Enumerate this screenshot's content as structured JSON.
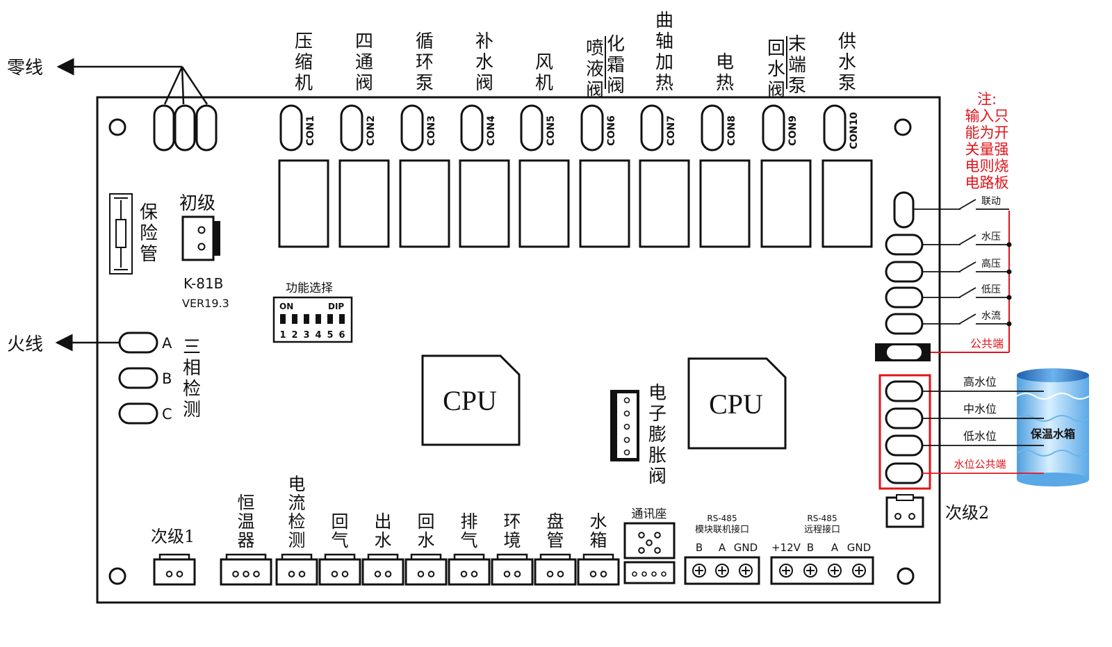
{
  "wires": {
    "neutral": "零线",
    "live": "火线"
  },
  "relays": [
    {
      "con": "CON1",
      "label": [
        "压",
        "缩",
        "机"
      ]
    },
    {
      "con": "CON2",
      "label": [
        "四",
        "通",
        "阀"
      ]
    },
    {
      "con": "CON3",
      "label": [
        "循",
        "环",
        "泵"
      ]
    },
    {
      "con": "CON4",
      "label": [
        "补",
        "水",
        "阀"
      ]
    },
    {
      "con": "CON5",
      "label": [
        "风",
        "机"
      ]
    },
    {
      "con": "CON6",
      "label": [
        "喷",
        "液",
        "阀"
      ],
      "label2": [
        "化",
        "霜",
        "阀"
      ]
    },
    {
      "con": "CON7",
      "label": [
        "曲",
        "轴",
        "加",
        "热"
      ]
    },
    {
      "con": "CON8",
      "label": [
        "电",
        "热"
      ]
    },
    {
      "con": "CON9",
      "label": [
        "回",
        "水",
        "阀"
      ],
      "label2": [
        "末",
        "端",
        "泵"
      ]
    },
    {
      "con": "CON10",
      "label": [
        "供",
        "水",
        "泵"
      ]
    }
  ],
  "fuse": {
    "label": [
      "保",
      "险",
      "管"
    ]
  },
  "primary": {
    "label": "初级",
    "model": "K-81B",
    "version": "VER19.3"
  },
  "dip": {
    "title": "功能选择",
    "on": "ON",
    "dip": "DIP",
    "numbers": [
      "1",
      "2",
      "3",
      "4",
      "5",
      "6"
    ]
  },
  "phase": {
    "letters": [
      "A",
      "B",
      "C"
    ],
    "label": [
      "三",
      "相",
      "检",
      "测"
    ]
  },
  "cpu": {
    "label": "CPU"
  },
  "eev": {
    "label": [
      "电",
      "子",
      "膨",
      "胀",
      "阀"
    ]
  },
  "note": {
    "lines": [
      "注:",
      "输入只",
      "能为开",
      "关量强",
      "电则烧",
      "电路板"
    ]
  },
  "switch_inputs": {
    "items": [
      "联动",
      "水压",
      "高压",
      "低压",
      "水流"
    ],
    "common": "公共端"
  },
  "water_level": {
    "items": [
      "高水位",
      "中水位",
      "低水位"
    ],
    "common": "水位公共端",
    "tank": "保温水箱"
  },
  "secondary2": {
    "label": "次级2"
  },
  "bottom": {
    "secondary1": "次级1",
    "sensors": [
      {
        "label": [
          "恒",
          "温",
          "器"
        ],
        "pins": 3
      },
      {
        "label": [
          "电",
          "流",
          "检",
          "测"
        ],
        "pins": 2
      },
      {
        "label": [
          "回",
          "气"
        ],
        "pins": 2
      },
      {
        "label": [
          "出",
          "水"
        ],
        "pins": 2
      },
      {
        "label": [
          "回",
          "水"
        ],
        "pins": 2
      },
      {
        "label": [
          "排",
          "气"
        ],
        "pins": 2
      },
      {
        "label": [
          "环",
          "境"
        ],
        "pins": 2
      },
      {
        "label": [
          "盘",
          "管"
        ],
        "pins": 2
      },
      {
        "label": [
          "水",
          "箱"
        ],
        "pins": 2
      }
    ],
    "comm_socket": "通讯座",
    "rs485_module": {
      "title": "RS-485",
      "subtitle": "模块联机接口",
      "pins": [
        "B",
        "A",
        "GND"
      ]
    },
    "rs485_remote": {
      "title": "RS-485",
      "subtitle": "远程接口",
      "pins": [
        "+12V",
        "B",
        "A",
        "GND"
      ]
    }
  },
  "colors": {
    "accent": "#e0141b",
    "board": "#ffffff",
    "line": "#111111",
    "tank": "#2f73c9"
  }
}
